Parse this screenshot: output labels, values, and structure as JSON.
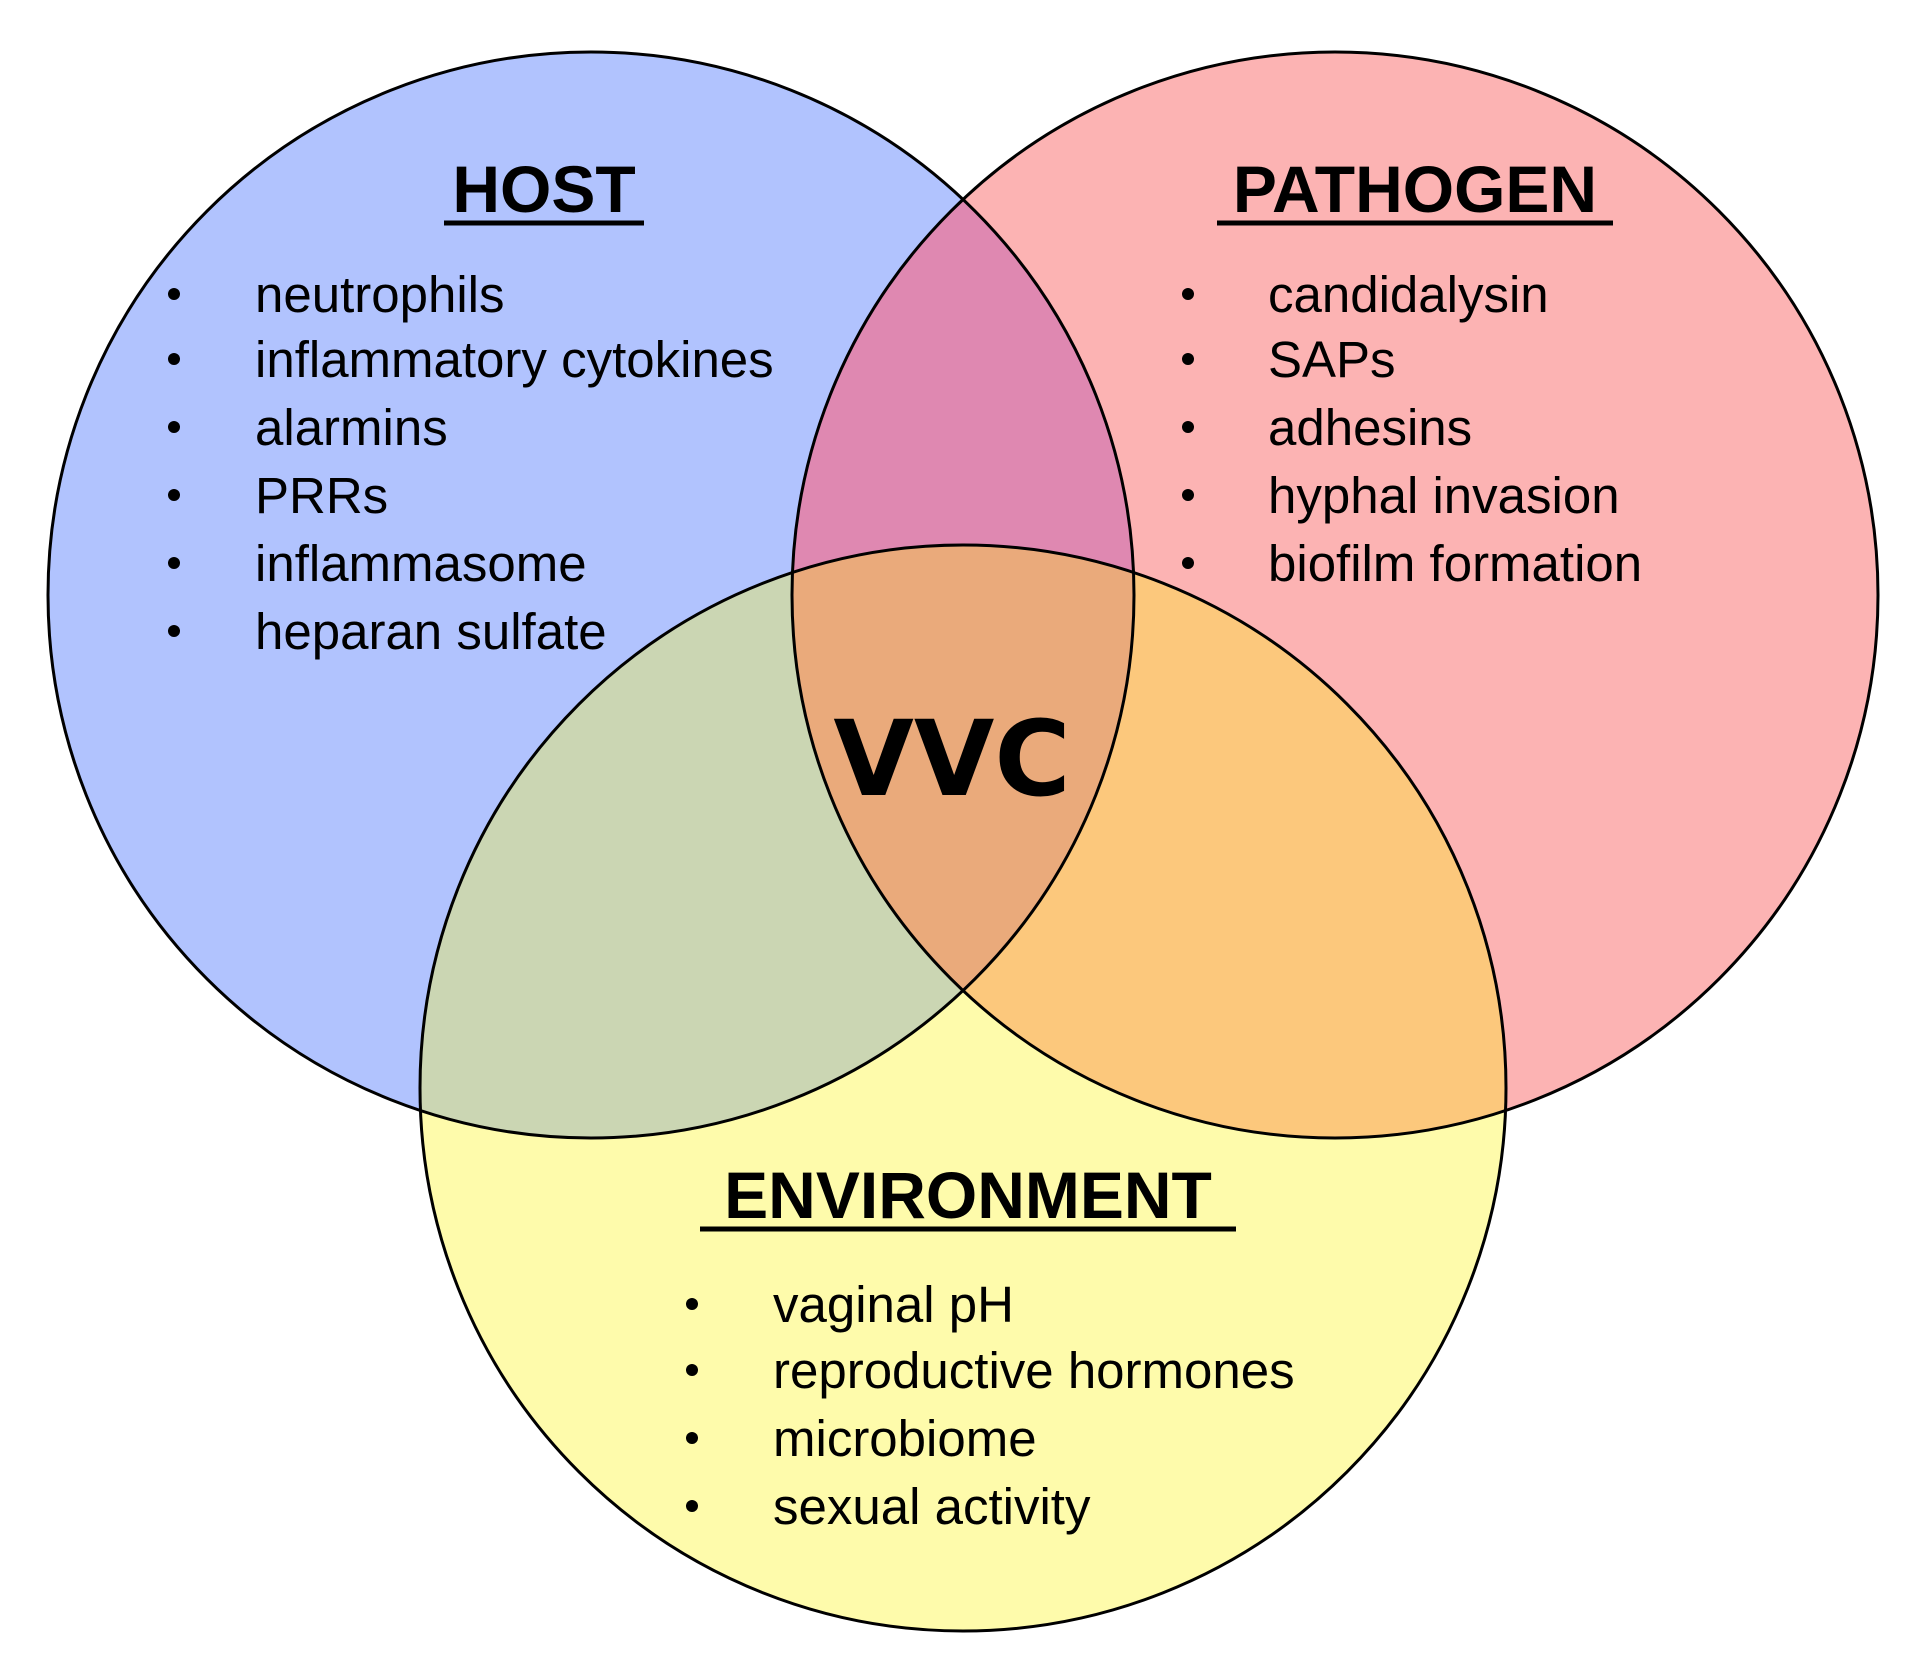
{
  "diagram": {
    "center_label": "VVC",
    "sets": [
      {
        "key": "host",
        "title": "HOST",
        "color": "#b1c3fe",
        "items": [
          "neutrophils",
          "inflammatory cytokines",
          "alarmins",
          "PRRs",
          "inflammasome",
          "heparan sulfate"
        ]
      },
      {
        "key": "pathogen",
        "title": "PATHOGEN",
        "color": "#fcb3b3",
        "items": [
          "candidalysin",
          "SAPs",
          "adhesins",
          "hyphal invasion",
          "biofilm formation"
        ]
      },
      {
        "key": "environment",
        "title": "ENVIRONMENT",
        "color": "#fefbab",
        "items": [
          "vaginal pH",
          "reproductive hormones",
          "microbiome",
          "sexual activity"
        ]
      }
    ],
    "overlap_colors": {
      "host_pathogen": "#df88b1",
      "host_environment": "#cbd6b3",
      "pathogen_environment": "#fcc87c",
      "all_three": "#eaaa7b"
    }
  }
}
